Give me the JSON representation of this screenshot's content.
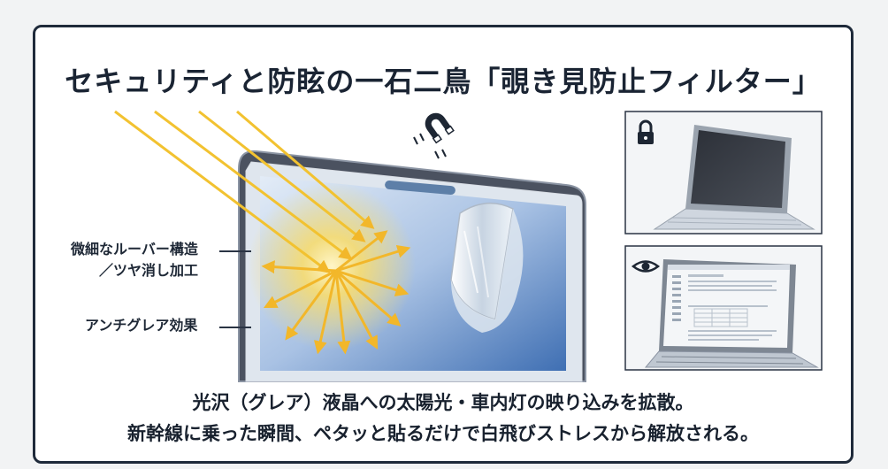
{
  "title": "セキュリティと防眩の一石二鳥「覗き見防止フィルター」",
  "labels": {
    "louver_line1": "微細なルーバー構造",
    "louver_line2": "／ツヤ消し加工",
    "antiglare": "アンチグレア効果"
  },
  "caption": {
    "line1": "光沢（グレア）液晶への太陽光・車内灯の映り込みを拡散。",
    "line2": "新幹線に乗った瞬間、ペタッと貼るだけで白飛びストレスから解放される。"
  },
  "icons": {
    "magnet": "magnet-icon",
    "lock": "lock-icon",
    "eye": "eye-icon"
  },
  "colors": {
    "frame": "#1f2a3a",
    "sun_rays": "#f2c230",
    "screen": "#7fa6d8"
  }
}
